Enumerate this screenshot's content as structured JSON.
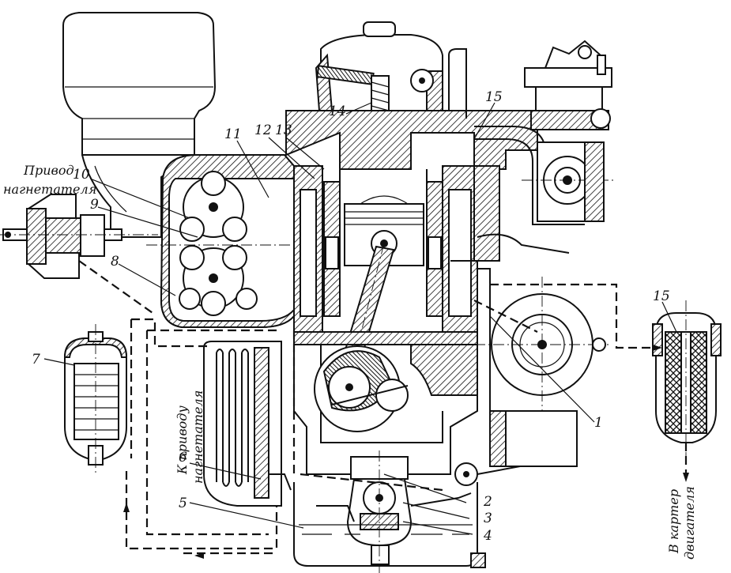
{
  "captions": {
    "drive_blower_1": "Привод",
    "drive_blower_2": "нагнетателя",
    "to_blower_drive_1": "К приводу",
    "to_blower_drive_2": "нагнетателя",
    "to_crankcase_1": "В картер",
    "to_crankcase_2": "двигателя"
  },
  "callouts": {
    "c1": "1",
    "c2": "2",
    "c3": "3",
    "c4": "4",
    "c5": "5",
    "c6": "6",
    "c7": "7",
    "c8": "8",
    "c9": "9",
    "c10": "10",
    "c11": "11",
    "c12": "12",
    "c13": "13",
    "c14": "14",
    "c15a": "15",
    "c15b": "15"
  },
  "icons": {
    "air_cleaner": "air-cleaner-icon",
    "blower": "roots-blower-icon",
    "cylinder": "cylinder-piston-icon",
    "crankshaft": "crankshaft-icon",
    "oil_pump": "oil-pump-icon",
    "oil_cooler": "oil-cooler-icon",
    "filter": "oil-filter-icon",
    "fuel_pump": "fuel-pump-icon"
  }
}
